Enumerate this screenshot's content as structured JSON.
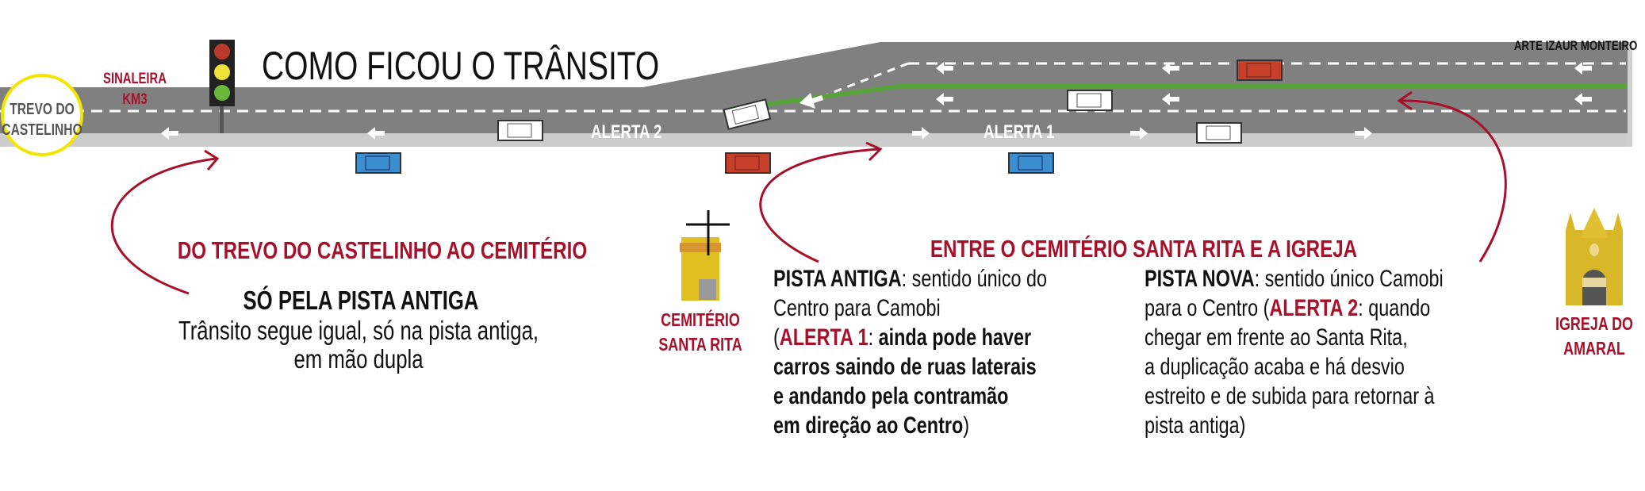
{
  "header": {
    "title": "COMO FICOU O TRÂNSITO",
    "credit": "ARTE IZAUR MONTEIRO"
  },
  "colors": {
    "road": "#808080",
    "shoulder": "#cccccc",
    "accent_red": "#a8102a",
    "median_green": "#5aa33c",
    "roundabout_yellow": "#f2e600",
    "car_white": "#ffffff",
    "car_blue": "#3b8fd0",
    "car_red": "#c8402a"
  },
  "map": {
    "traffic_light_label": [
      "SINALEIRA",
      "KM3"
    ],
    "roundabout_label": [
      "TREVO DO",
      "CASTELINHO"
    ],
    "alert_2_label": "ALERTA 2",
    "alert_1_label": "ALERTA 1",
    "cemetery_label": [
      "CEMITÉRIO",
      "SANTA RITA"
    ],
    "church_label": [
      "IGREJA DO",
      "AMARAL"
    ]
  },
  "section_1": {
    "heading": "DO TREVO DO CASTELINHO AO CEMITÉRIO",
    "subheading": "SÓ PELA PISTA ANTIGA",
    "lines": [
      "Trânsito segue igual, só na pista antiga,",
      "em mão dupla"
    ]
  },
  "section_2": {
    "heading": "ENTRE O CEMITÉRIO SANTA RITA E A IGREJA",
    "old_lane": {
      "label": "PISTA ANTIGA",
      "text_1": ": sentido único do",
      "line_2": "Centro para Camobi",
      "open_paren": "(",
      "alert": "ALERTA 1",
      "colon": ": ",
      "bold_1": "ainda pode haver",
      "bold_2": "carros saindo de ruas laterais",
      "bold_3": "e andando pela contramão",
      "bold_4": "em direção ao Centro",
      "close_paren": ")"
    },
    "new_lane": {
      "label": "PISTA NOVA",
      "text_1": ": sentido único Camobi",
      "line_2a": "para o Centro (",
      "alert": "ALERTA 2",
      "line_2b": ": quando",
      "line_3": "chegar em frente ao Santa Rita,",
      "line_4": "a duplicação acaba e há desvio",
      "line_5": "estreito e de subida para retornar à",
      "line_6": "pista antiga)"
    }
  }
}
